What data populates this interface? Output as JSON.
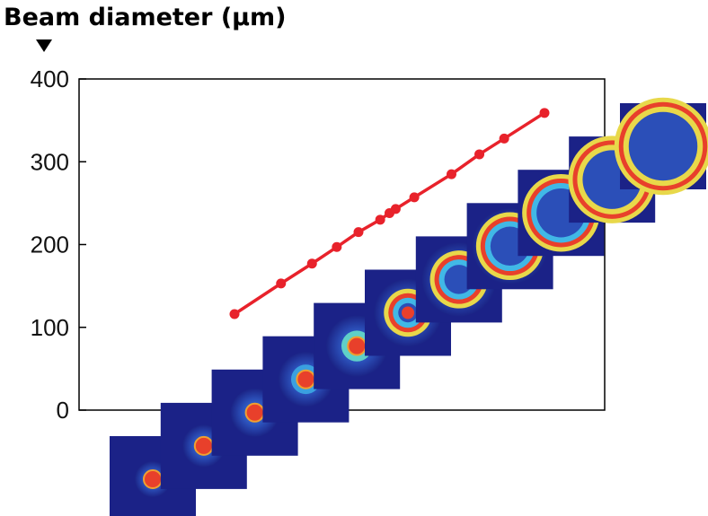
{
  "chart_data": {
    "type": "line",
    "title": "",
    "ylabel": "Beam diameter (µm)",
    "xlabel": "",
    "ylim": [
      0,
      400
    ],
    "yticks": [
      "0",
      "100",
      "200",
      "300",
      "400"
    ],
    "grid": false,
    "legend": "none",
    "series": [
      {
        "color": "#e8222b",
        "marker": "circle",
        "values": [
          116,
          153,
          177,
          197,
          215,
          230,
          238,
          243,
          257,
          285,
          309,
          328,
          359
        ]
      }
    ],
    "x_relative": [
      0,
      0.15,
      0.25,
      0.33,
      0.4,
      0.47,
      0.5,
      0.52,
      0.58,
      0.7,
      0.79,
      0.87,
      1.0
    ],
    "inset_images": {
      "count": 11,
      "description_colors": [
        "#1e2a8c",
        "#2f5fd0",
        "#41b8e6",
        "#e8d84a",
        "#e8402b"
      ],
      "icon": "beam-profile-heatmap"
    }
  }
}
